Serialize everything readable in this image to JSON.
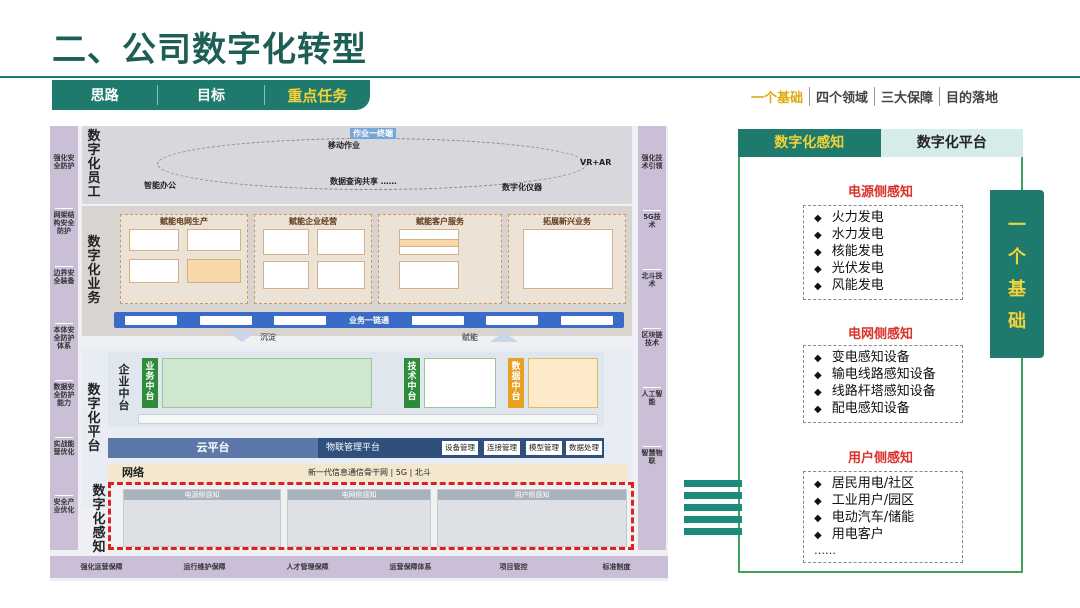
{
  "title": "二、公司数字化转型",
  "tabs": [
    "思路",
    "目标",
    "重点任务"
  ],
  "active_tab": "重点任务",
  "breadcrumb": [
    "一个基础",
    "四个领域",
    "三大保障",
    "目的落地"
  ],
  "arch": {
    "layers": {
      "employee": "数字化员工",
      "business": "数字化业务",
      "platform": "数字化平台",
      "sensing": "数字化感知"
    },
    "employee_items": [
      "智能办公",
      "移动作业",
      "数据查询共享 ……",
      "数字化仪器",
      "VR+AR",
      "作业一终端"
    ],
    "business_cols": [
      "赋能电网生产",
      "赋能企业经营",
      "赋能客户服务",
      "拓展新兴业务"
    ],
    "bluebar_center": "业务一链通",
    "arrows": [
      "沉淀",
      "赋能"
    ],
    "enterprise_center": "企业中台",
    "business_center": "业务中台",
    "tech_center": "技术中台",
    "data_center": "数据中台",
    "cloud": "云平台",
    "iot": "物联管理平台",
    "iot_chips": [
      "设备管理",
      "连接管理",
      "模型管理",
      "数据处理"
    ],
    "network_label": "网络",
    "network_text": "新一代信息通信骨干网 | 5G | 北斗",
    "sense_groups": [
      "电源侧感知",
      "电网侧感知",
      "用户侧感知"
    ],
    "left_pillar": [
      "强化安全防护",
      "网架结构安全防护",
      "边界安全装备",
      "本体安全防护体系",
      "数据安全防护能力",
      "实战能营优化",
      "安全产业优化"
    ],
    "right_pillar": [
      "强化技术引领",
      "5G技术",
      "北斗技术",
      "区块链技术",
      "人工智能",
      "智慧物联"
    ],
    "bottom_row": [
      "强化运营保障",
      "运行维护保障",
      "人才管理保障",
      "运营保障体系",
      "项目管控",
      "标准制度"
    ]
  },
  "panel": {
    "tabs": [
      "数字化感知",
      "数字化平台"
    ],
    "sections": [
      {
        "title": "电源侧感知",
        "items": [
          "火力发电",
          "水力发电",
          "核能发电",
          "光伏发电",
          "风能发电"
        ]
      },
      {
        "title": "电网侧感知",
        "items": [
          "变电感知设备",
          "输电线路感知设备",
          "线路杆塔感知设备",
          "配电感知设备"
        ]
      },
      {
        "title": "用户侧感知",
        "items": [
          "居民用电/社区",
          "工业用户/园区",
          "电动汽车/储能",
          "用电客户"
        ],
        "more": "……"
      }
    ],
    "vertical_label": [
      "一",
      "个",
      "基",
      "础"
    ]
  },
  "colors": {
    "brand": "#1d7a6c",
    "accent": "#f2d23a",
    "section_title": "#d9342b",
    "dashed_red": "#e0201f"
  }
}
